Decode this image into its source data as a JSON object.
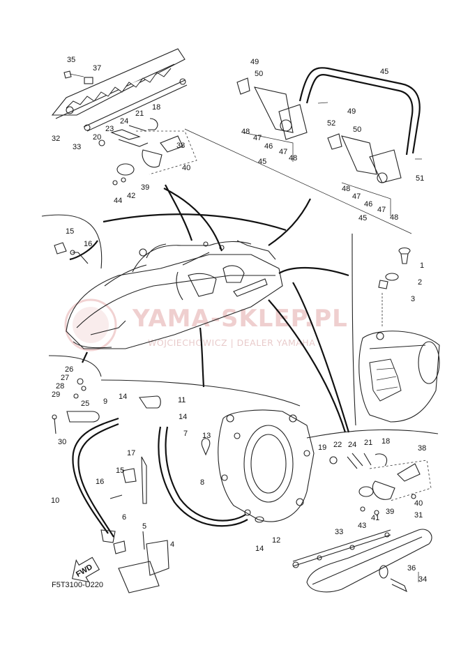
{
  "diagram_code": "F5T3100-U220",
  "watermark": {
    "main": "YAMA-SKLEP.PL",
    "sub": "WOJCIECHOWICZ | DEALER YAMAHA"
  },
  "fwd_label": "FWD",
  "callouts": [
    "1",
    "2",
    "3",
    "4",
    "5",
    "6",
    "7",
    "8",
    "9",
    "10",
    "11",
    "12",
    "13",
    "14",
    "15",
    "16",
    "17",
    "18",
    "19",
    "20",
    "21",
    "22",
    "23",
    "24",
    "25",
    "26",
    "27",
    "28",
    "29",
    "30",
    "31",
    "32",
    "33",
    "34",
    "35",
    "36",
    "37",
    "38",
    "39",
    "40",
    "41",
    "42",
    "43",
    "44",
    "45",
    "46",
    "47",
    "48",
    "49",
    "50",
    "51",
    "52"
  ],
  "colors": {
    "line": "#222222",
    "watermark": "#e2a8a8",
    "background": "#ffffff"
  }
}
